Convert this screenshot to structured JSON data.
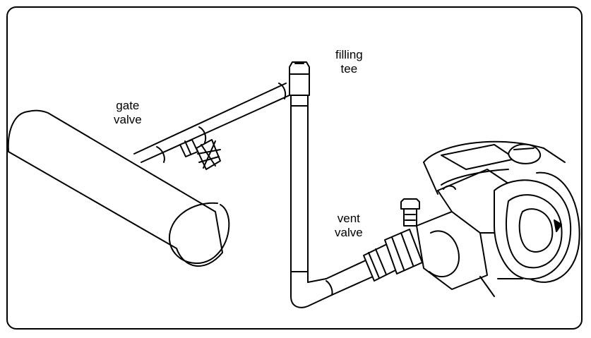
{
  "labels": {
    "gate_valve": [
      "gate",
      "valve"
    ],
    "filling_tee": [
      "filling",
      "tee"
    ],
    "vent_valve": [
      "vent",
      "valve"
    ]
  },
  "colors": {
    "line": "#000000",
    "background": "#ffffff"
  }
}
